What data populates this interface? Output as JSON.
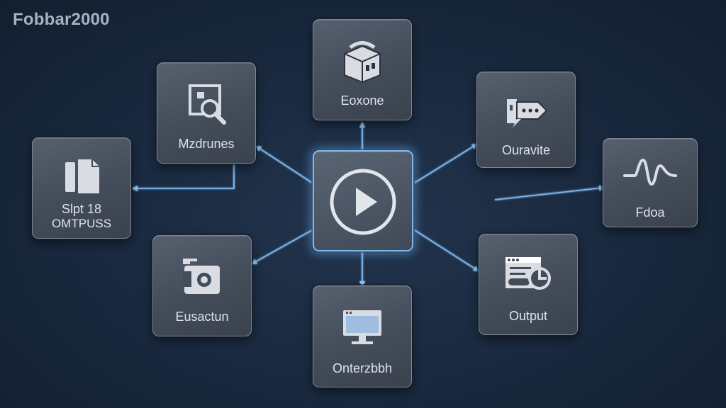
{
  "app": {
    "title": "Fobbar2000"
  },
  "colors": {
    "background": "#1a2a40",
    "node_fill": "#4a5361",
    "node_border": "#7b8593",
    "connector": "#7db7ec",
    "label": "#dde3ea",
    "title": "#a7b2c0"
  },
  "nodes": {
    "top": {
      "label": "Eoxone",
      "icon": "package-box-icon"
    },
    "search": {
      "label": "Mzdrunes",
      "icon": "search-document-icon"
    },
    "split": {
      "label_line1": "Slpt 18",
      "label_line2": "OMTPUSS",
      "icon": "documents-icon"
    },
    "chat": {
      "label": "Ouravite",
      "icon": "chat-bubbles-icon"
    },
    "wave": {
      "label": "Fdoa",
      "icon": "waveform-icon"
    },
    "camera": {
      "label": "Eusactun",
      "icon": "camera-icon"
    },
    "monitor": {
      "label": "Onterzbbh",
      "icon": "monitor-icon"
    },
    "output": {
      "label": "Output",
      "icon": "output-window-icon"
    },
    "center": {
      "icon": "play-button-icon"
    }
  }
}
